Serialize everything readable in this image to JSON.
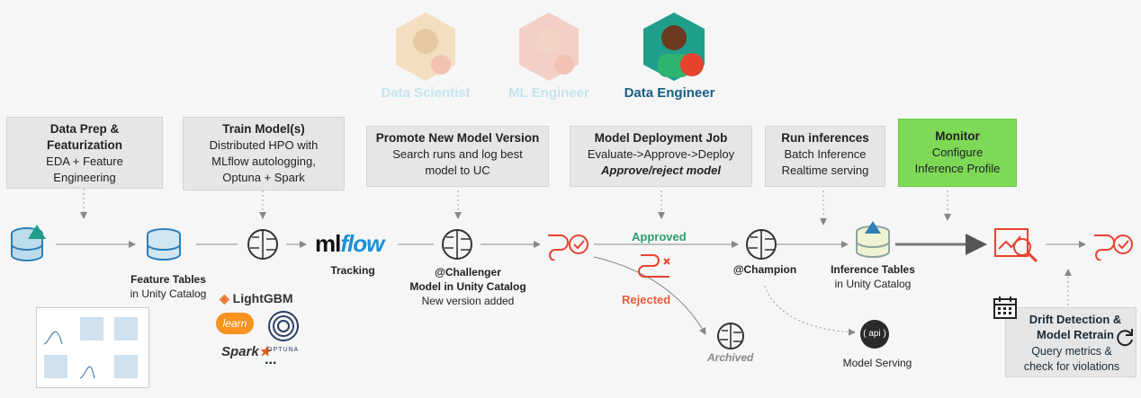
{
  "personas": [
    {
      "name": "Data Scientist",
      "active": false
    },
    {
      "name": "ML Engineer",
      "active": false
    },
    {
      "name": "Data Engineer",
      "active": true
    }
  ],
  "steps": [
    {
      "title": "Data Prep &",
      "title2": "Featurization",
      "lines": [
        "EDA + Feature",
        "Engineering"
      ]
    },
    {
      "title": "Train Model(s)",
      "lines": [
        "Distributed HPO with",
        "MLflow autologging,",
        "Optuna + Spark"
      ]
    },
    {
      "title": "Promote New Model Version",
      "lines": [
        "Search runs and log best",
        "model to UC"
      ]
    },
    {
      "title": "Model Deployment Job",
      "lines": [
        "Evaluate->Approve->Deploy"
      ],
      "emphasis": "Approve/reject model"
    },
    {
      "title": "Run inferences",
      "lines": [
        "Batch Inference",
        "Realtime serving"
      ]
    },
    {
      "title": "Monitor",
      "lines": [
        "Configure",
        "Inference Profile"
      ]
    }
  ],
  "labels": {
    "feature_tables_title": "Feature Tables",
    "feature_tables_sub": "in Unity Catalog",
    "mlflow_logo": "mlflow",
    "tracking": "Tracking",
    "challenger_title": "@Challenger",
    "challenger_sub1": "Model in Unity Catalog",
    "challenger_sub2": "New version added",
    "approved": "Approved",
    "rejected": "Rejected",
    "archived": "Archived",
    "champion": "@Champion",
    "inference_tables_title": "Inference Tables",
    "inference_tables_sub": "in Unity Catalog",
    "api": "api",
    "model_serving": "Model Serving",
    "drift_title1": "Drift Detection &",
    "drift_title2": "Model Retrain",
    "drift_sub1": "Query metrics &",
    "drift_sub2": "check for violations"
  },
  "libraries": {
    "lightgbm": "LightGBM",
    "sklearn": "learn",
    "spark": "Spark",
    "optuna": "OPTUNA",
    "more": "..."
  },
  "colors": {
    "accent_red": "#e8432f",
    "teal": "#1b9b8a",
    "navy": "#1b2a36",
    "monitor_green": "#7ed957",
    "approved_green": "#2e9d6e",
    "rejected_red": "#e85a3a",
    "db_blue": "#2e7fb8"
  }
}
